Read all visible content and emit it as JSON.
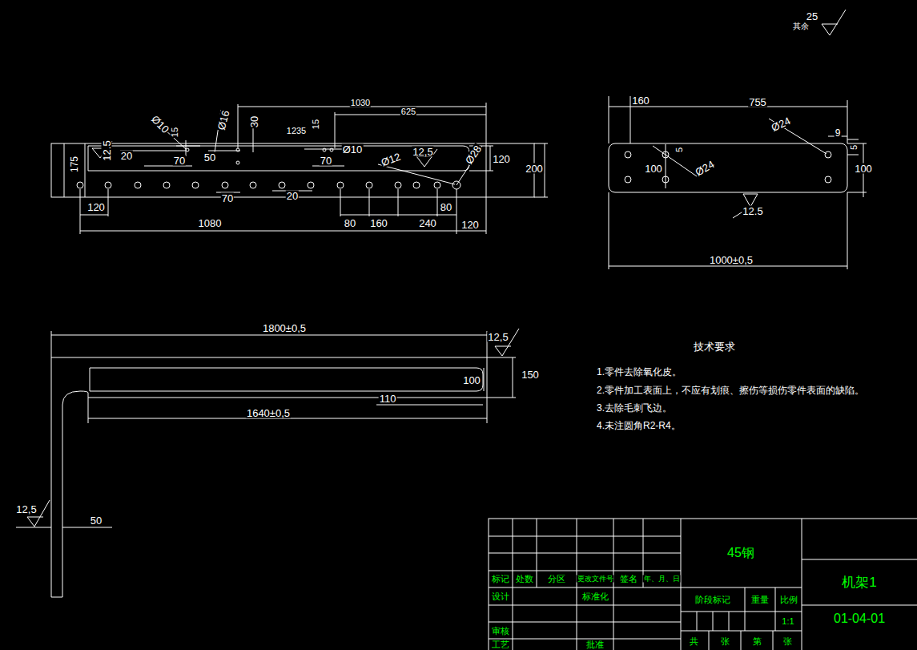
{
  "diagram": {
    "labels": [
      "其余",
      "25",
      "1030",
      "625",
      "Ø10",
      "15",
      "Ø16",
      "30",
      "1235",
      "15",
      "12.5",
      "20",
      "175",
      "70",
      "50",
      "Ø10",
      "70",
      "12,5",
      "Ø28",
      "Ø12",
      "120",
      "200",
      "20",
      "70",
      "120",
      "80",
      "1080",
      "80",
      "160",
      "240",
      "120",
      "160",
      "755",
      "Ø24",
      "9",
      "5",
      "5",
      "100",
      "Ø24",
      "100",
      "12.5",
      "1000±0,5",
      "1800±0,5",
      "12,5",
      "150",
      "100",
      "110",
      "1640±0,5",
      "12,5",
      "50",
      "技术要求",
      "1.零件去除氧化皮。",
      "2.零件加工表面上，不应有划痕、擦伤等损伤零件表面的缺陷。",
      "3.去除毛刺飞边。",
      "4.未注圆角R2-R4。",
      "45钢",
      "机架1",
      "01-04-01",
      "标记",
      "处数",
      "分区",
      "更改文件号",
      "签名",
      "年、月、日",
      "设计",
      "标准化",
      "阶段标记",
      "重量",
      "比例",
      "1:1",
      "审核",
      "工艺",
      "批准",
      "共",
      "张",
      "第",
      "张"
    ]
  }
}
